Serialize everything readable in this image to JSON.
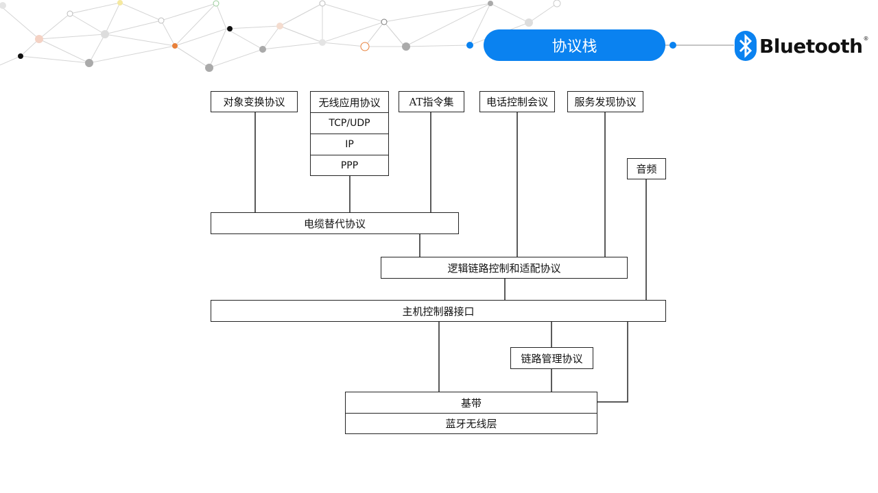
{
  "header": {
    "title": "协议栈",
    "logo_text": "Bluetooth",
    "logo_mark": "®"
  },
  "diagram": {
    "obex": "对象变换协议",
    "wap": "无线应用协议",
    "tcp_udp": "TCP/UDP",
    "ip": "IP",
    "ppp": "PPP",
    "at": "AT指令集",
    "tcs": "电话控制会议",
    "sdp": "服务发现协议",
    "audio": "音频",
    "rfcomm": "电缆替代协议",
    "l2cap": "逻辑链路控制和适配协议",
    "hci": "主机控制器接口",
    "lmp": "链路管理协议",
    "baseband": "基带",
    "radio": "蓝牙无线层"
  },
  "colors": {
    "accent": "#0a82f0",
    "line": "#222222",
    "node_gray": "#b0b0b0",
    "node_orange": "#e8803a",
    "node_black": "#111111"
  }
}
